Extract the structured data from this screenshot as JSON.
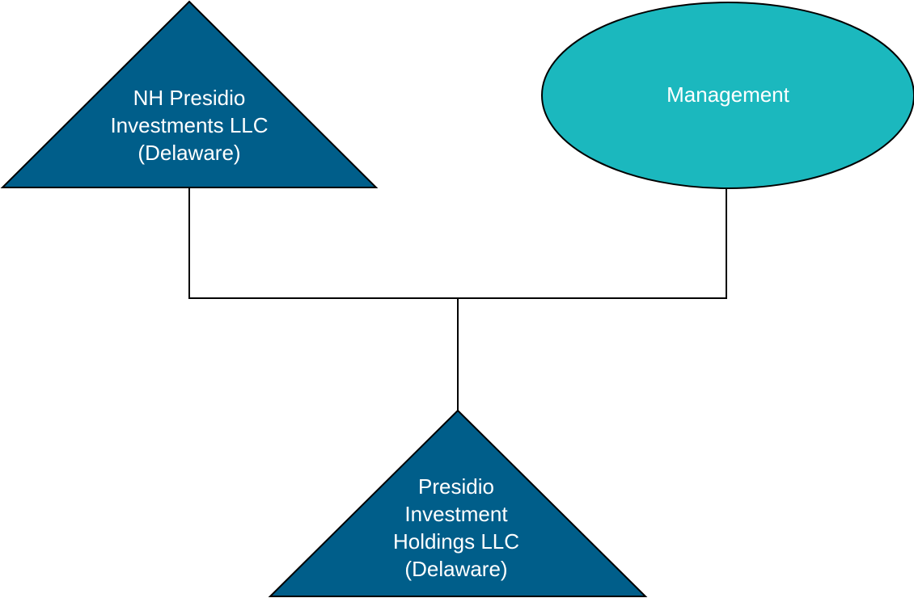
{
  "diagram": {
    "nodes": {
      "nh_presidio": {
        "shape": "triangle",
        "lines": [
          "NH Presidio",
          "Investments LLC",
          "(Delaware)"
        ],
        "fill": "#005e8a"
      },
      "management": {
        "shape": "ellipse",
        "lines": [
          "Management"
        ],
        "fill": "#1bb8be"
      },
      "presidio_holdings": {
        "shape": "triangle",
        "lines": [
          "Presidio",
          "Investment",
          "Holdings LLC",
          "(Delaware)"
        ],
        "fill": "#005e8a"
      }
    },
    "edges": [
      {
        "from": "nh_presidio",
        "to": "presidio_holdings"
      },
      {
        "from": "management",
        "to": "presidio_holdings"
      }
    ],
    "colors": {
      "line": "#000000",
      "outline": "#000000",
      "text": "#ffffff"
    }
  }
}
